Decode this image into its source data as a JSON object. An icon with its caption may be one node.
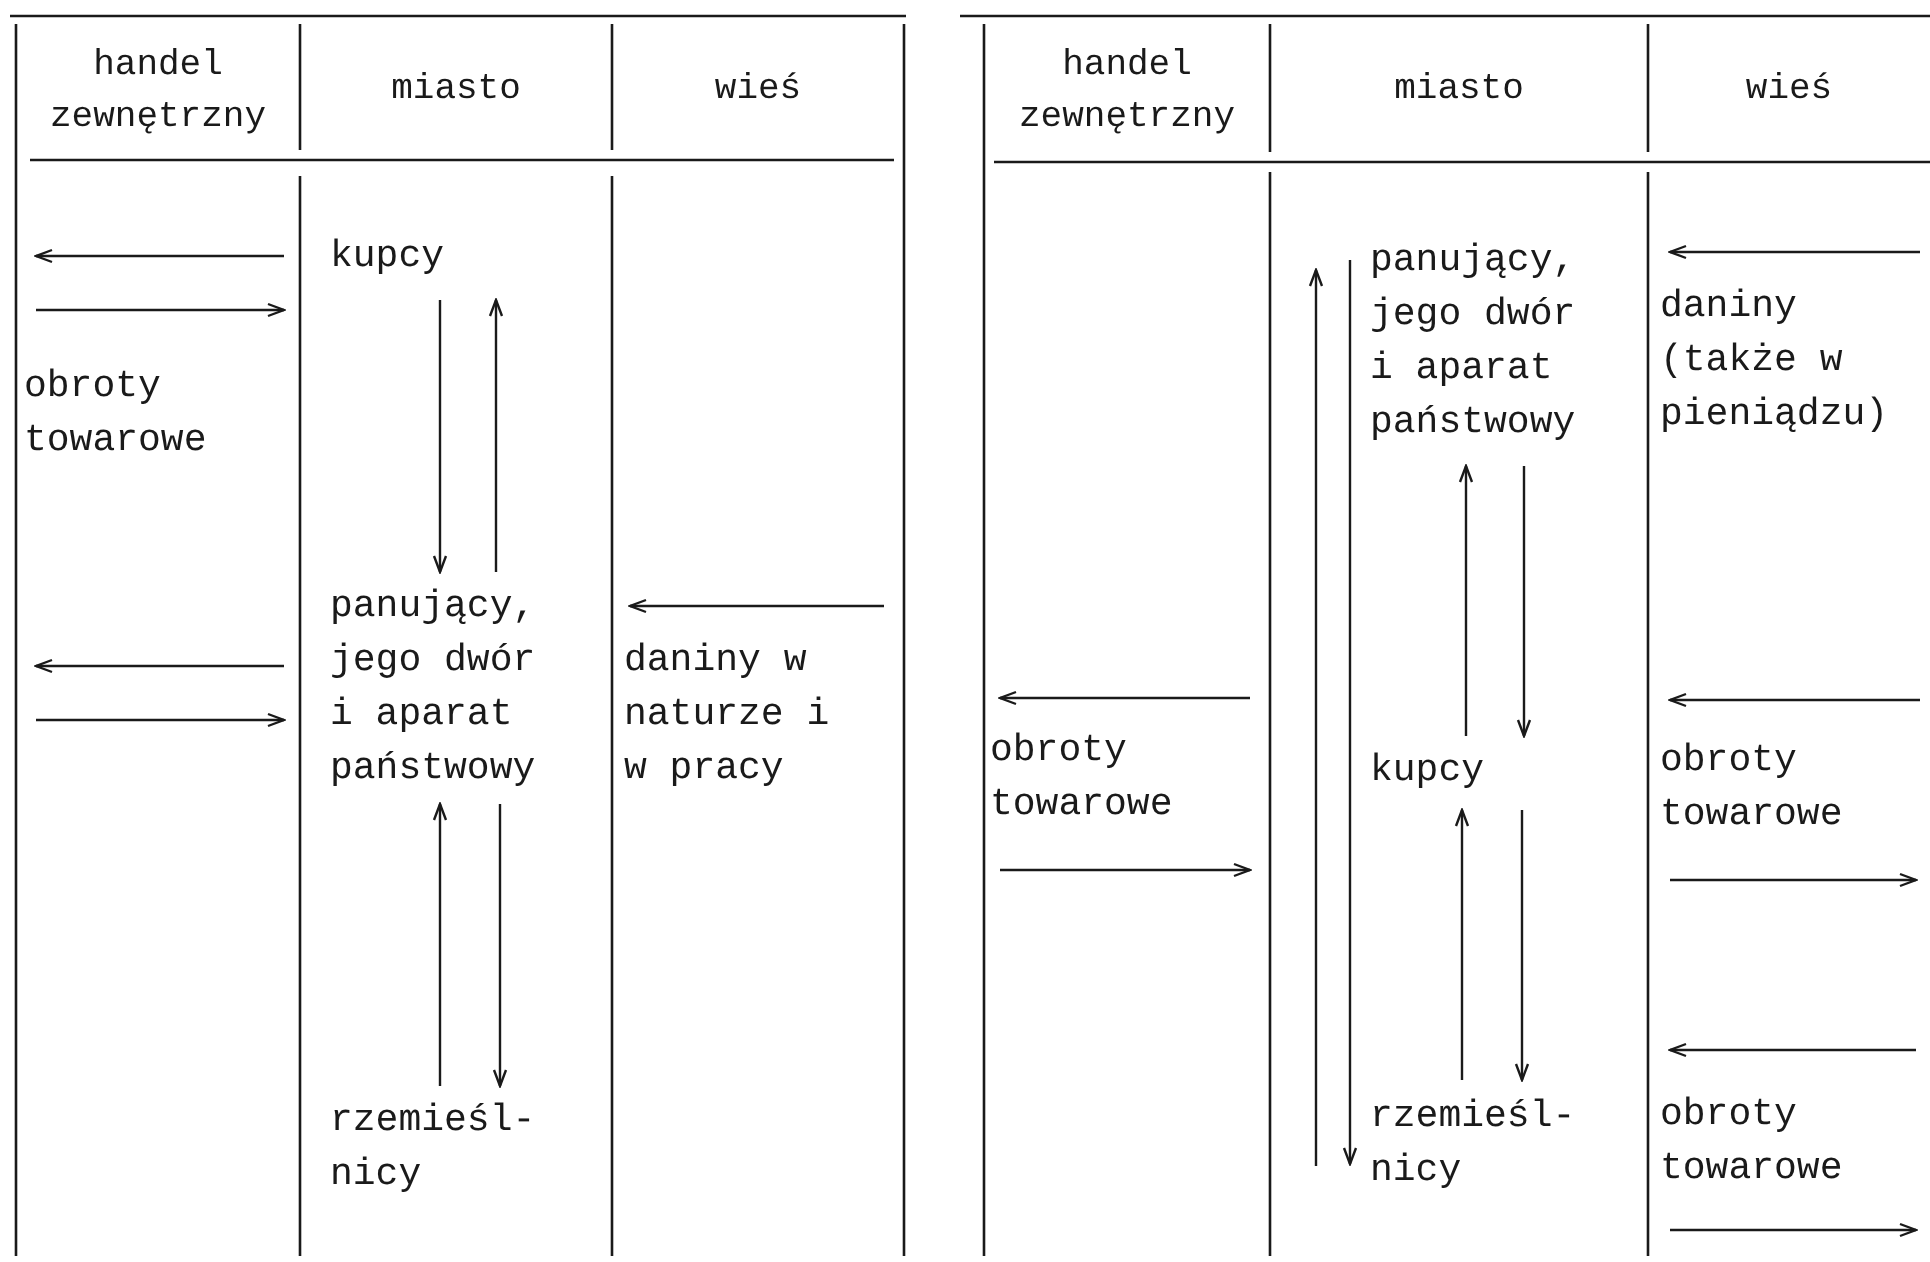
{
  "diagram": {
    "nodes": [
      {
        "text": [
          "kupcy"
        ]
      },
      {
        "text": [
          "panujący, jego dwór i aparat państwowy"
        ]
      },
      {
        "text": [
          "rzemieśl- nicy"
        ]
      },
      {
        "text": [
          "panujący, jego dwór i aparat państwowy"
        ]
      },
      {
        "text": [
          "kupcy"
        ]
      },
      {
        "text": [
          "rzemieśl- nicy"
        ]
      }
    ],
    "edges": [
      {
        "from": 0,
        "to": 1,
        "arrow": "to"
      },
      {
        "from": 1,
        "to": 0,
        "arrow": "to"
      },
      {
        "from": 2,
        "to": 1,
        "arrow": "to"
      },
      {
        "from": 1,
        "to": 2,
        "arrow": "to"
      },
      {
        "from": 5,
        "to": 3,
        "arrow": "to"
      },
      {
        "from": 3,
        "to": 5,
        "arrow": "to"
      },
      {
        "from": 4,
        "to": 3,
        "arrow": "to"
      },
      {
        "from": 3,
        "to": 4,
        "arrow": "to"
      },
      {
        "from": 4,
        "to": 5,
        "arrow": "to"
      },
      {
        "from": 5,
        "to": 4,
        "arrow": "to"
      }
    ],
    "labels": [
      "handel zewnętrzny",
      "miasto",
      "wieś",
      "obroty towarowe",
      "daniny w naturze i w pracy",
      "handel zewnętrzny",
      "miasto",
      "wieś",
      "daniny (także w pieniądzu)",
      "obroty towarowe",
      "obroty towarowe",
      "obroty towarowe"
    ]
  }
}
